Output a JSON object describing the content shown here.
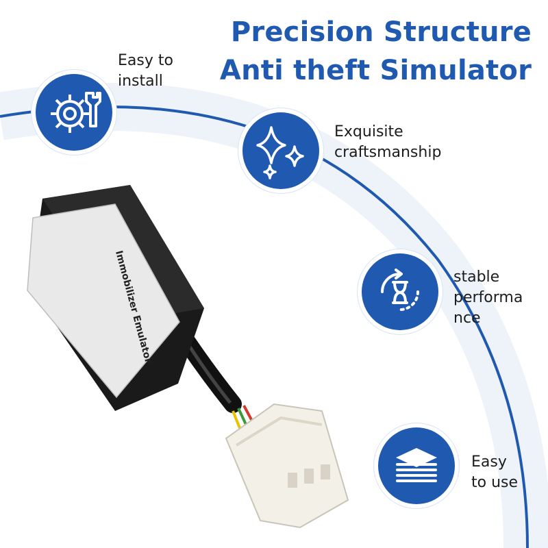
{
  "header": {
    "title_line1": "Precision Structure",
    "title_line2": "Anti theft Simulator"
  },
  "features": [
    {
      "lines": [
        "Easy to",
        "install"
      ],
      "icon": "gear-wrench-icon"
    },
    {
      "lines": [
        "Exquisite",
        "craftsmanship"
      ],
      "icon": "sparkle-icon"
    },
    {
      "lines": [
        "stable",
        "performa",
        "nce"
      ],
      "icon": "hourglass-icon"
    },
    {
      "lines": [
        "Easy",
        "to use"
      ],
      "icon": "layers-icon"
    }
  ],
  "product": {
    "label": "Immobilizer Emulator"
  },
  "colors": {
    "accent": "#1f5ab0",
    "arc": "#1f5ab0",
    "text": "#1c1c1c"
  }
}
